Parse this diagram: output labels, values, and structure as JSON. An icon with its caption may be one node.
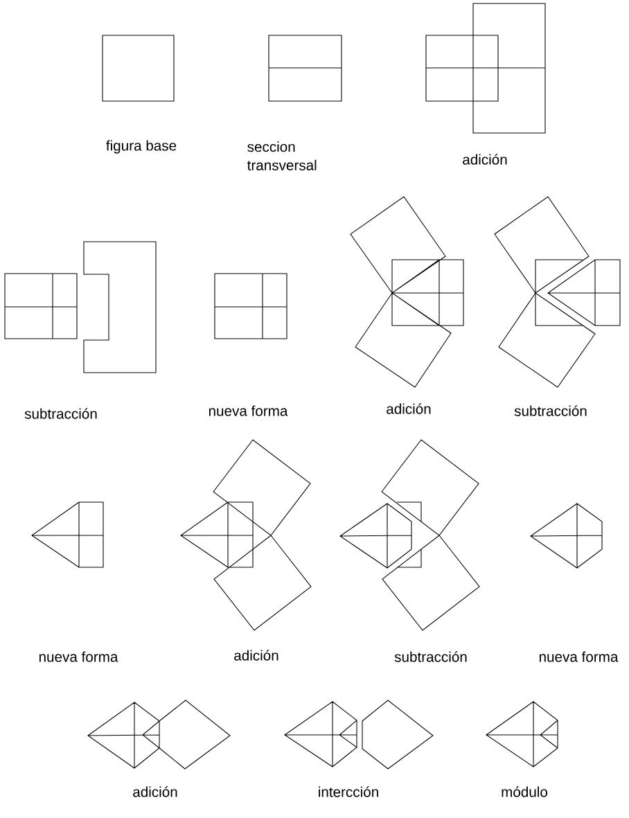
{
  "diagram": {
    "labels": [
      "figura base",
      "seccion transversal",
      "adición",
      "subtracción",
      "nueva forma",
      "adición",
      "subtracción",
      "nueva forma",
      "adición",
      "subtracción",
      "nueva forma",
      "adición",
      "intercción",
      "módulo"
    ]
  }
}
